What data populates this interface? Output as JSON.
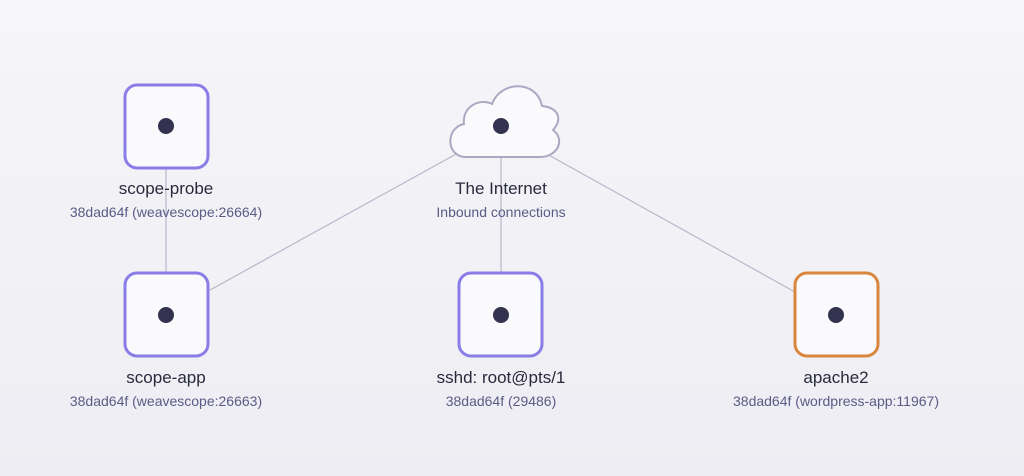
{
  "nodes": {
    "scope_probe": {
      "label": "scope-probe",
      "sublabel": "38dad64f (weavescope:26664)",
      "color": "#8a7de8"
    },
    "internet": {
      "label": "The Internet",
      "sublabel": "Inbound connections",
      "icon": "cloud-icon"
    },
    "scope_app": {
      "label": "scope-app",
      "sublabel": "38dad64f (weavescope:26663)",
      "color": "#8a7de8"
    },
    "sshd": {
      "label": "sshd: root@pts/1",
      "sublabel": "38dad64f (29486)",
      "color": "#8a7de8"
    },
    "apache2": {
      "label": "apache2",
      "sublabel": "38dad64f (wordpress-app:11967)",
      "color": "#d9873f"
    }
  },
  "edges": [
    {
      "from": "scope_probe",
      "to": "scope_app"
    },
    {
      "from": "scope_app",
      "to": "internet"
    },
    {
      "from": "internet",
      "to": "sshd"
    },
    {
      "from": "internet",
      "to": "apache2"
    }
  ]
}
